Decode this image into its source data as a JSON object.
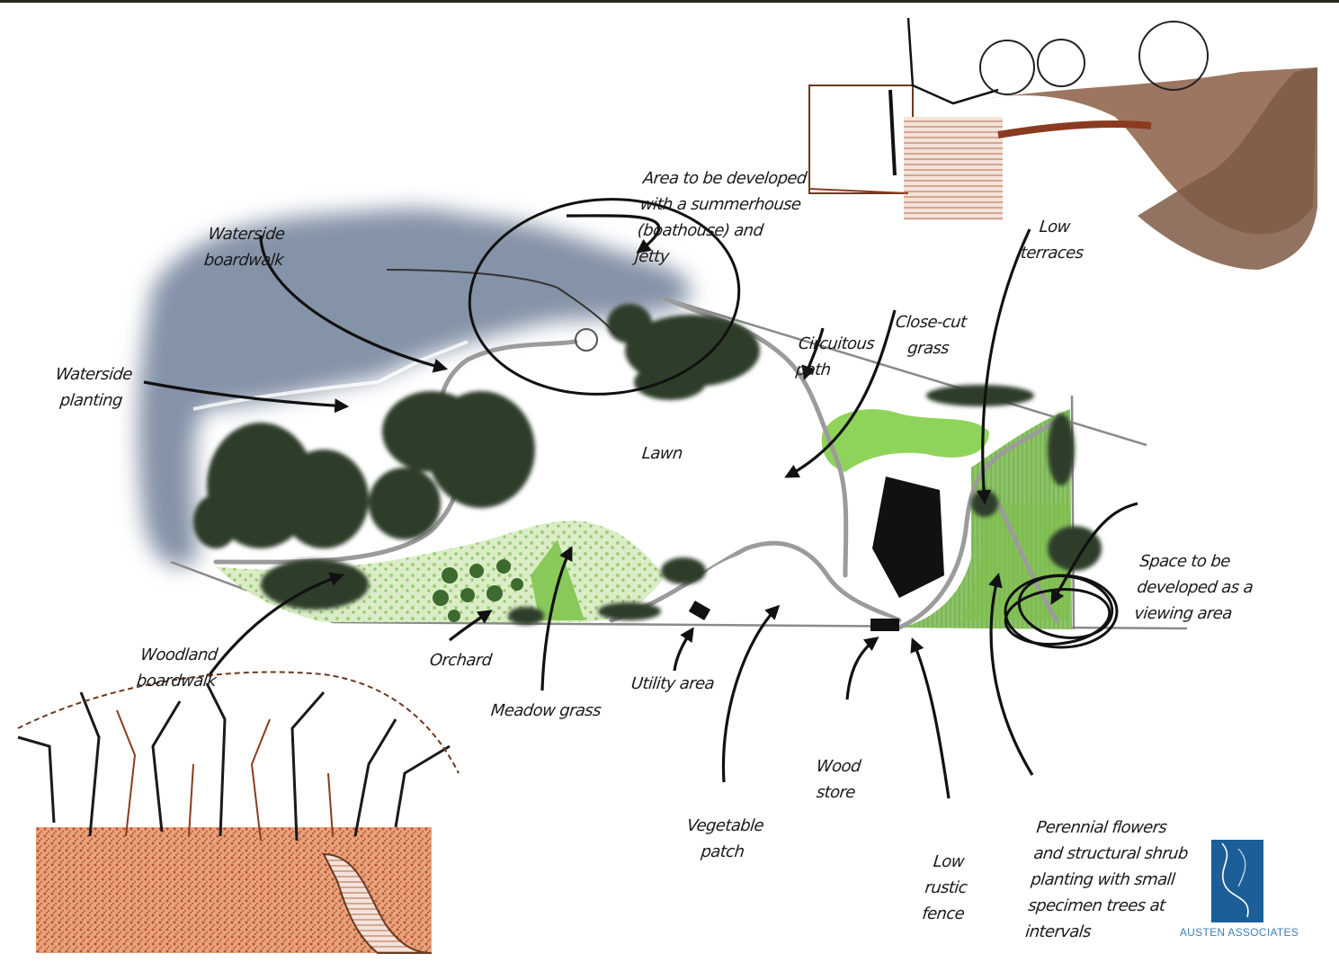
{
  "labels": {
    "waterside_boardwalk": [
      "Waterside",
      "boardwalk"
    ],
    "waterside_planting": [
      "Waterside",
      "planting"
    ],
    "summerhouse_area": [
      "Area to be developed",
      "with a summerhouse",
      "(boathouse) and",
      "jetty"
    ],
    "circuitous_path": [
      "Circuitous",
      "path"
    ],
    "close_cut_grass": [
      "Close-cut",
      "grass"
    ],
    "low_terraces": [
      "Low",
      "terraces"
    ],
    "lawn": "Lawn",
    "viewing_area": [
      "Space to be",
      "developed as a",
      "viewing area"
    ],
    "woodland_boardwalk": [
      "Woodland",
      "boardwalk"
    ],
    "orchard": "Orchard",
    "meadow_grass": "Meadow grass",
    "utility_area": "Utility area",
    "vegetable_patch": [
      "Vegetable",
      "patch"
    ],
    "wood_store": [
      "Wood",
      "store"
    ],
    "low_rustic_fence": [
      "Low",
      "rustic",
      "fence"
    ],
    "perennial_flowers": [
      "Perennial flowers",
      "and structural shrub",
      "planting with small",
      "specimen trees at",
      "intervals"
    ]
  },
  "logo": {
    "text": "AUSTEN ASSOCIATES",
    "color": "#1c5f98"
  },
  "colors": {
    "water": "#8593a8",
    "tree_dark": "#2f3d2c",
    "meadow": "#a9d67c",
    "bright_grass": "#8fd45a",
    "path": "#9b9b9b",
    "sketch_brown": "#8a3b1f",
    "ink": "#111111"
  }
}
